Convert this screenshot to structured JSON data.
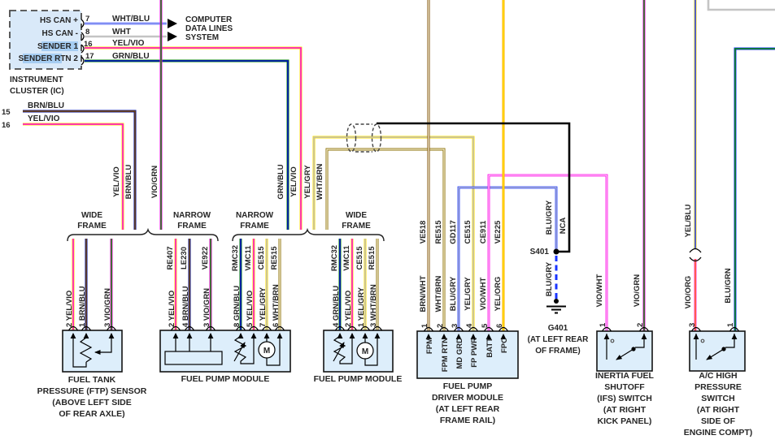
{
  "ic": {
    "rows": [
      "HS CAN +",
      "HS CAN -",
      "SENDER 1",
      "SENDER RTN 2"
    ],
    "pins": [
      "7",
      "8",
      "16",
      "17"
    ],
    "wire_labels": [
      "WHT/BLU",
      "WHT",
      "YEL/VIO",
      "GRN/BLU"
    ],
    "destination": [
      "COMPUTER",
      "DATA LINES",
      "SYSTEM"
    ],
    "name": [
      "INSTRUMENT",
      "CLUSTER (IC)"
    ]
  },
  "left_pins": {
    "numbers": [
      "15",
      "16"
    ],
    "wires": [
      "BRN/BLU",
      "YEL/VIO"
    ]
  },
  "risers_a": [
    "YEL/VIO",
    "BRN/BLU",
    "VIO/GRN"
  ],
  "risers_b": [
    "GRN/BLU",
    "YEL/VIO",
    "YEL/GRY",
    "WHT/BRN"
  ],
  "frames": [
    [
      "WIDE",
      "FRAME"
    ],
    [
      "NARROW",
      "FRAME"
    ],
    [
      "NARROW",
      "FRAME"
    ],
    [
      "WIDE",
      "FRAME"
    ]
  ],
  "ftp": {
    "pins": [
      "2 YEL/VIO",
      "1 BRN/BLU",
      "3 VIO/GRN"
    ],
    "label": [
      "FUEL TANK",
      "PRESSURE (FTP) SENSOR",
      "(ABOVE LEFT SIDE",
      "OF REAR AXLE)"
    ]
  },
  "fpm1": {
    "connectors": [
      "RE407",
      "LE230",
      "VE922",
      "RMC32",
      "VMC11",
      "CE515",
      "RE515"
    ],
    "pins": [
      "2 YEL/VIO",
      "4 BRN/BLU",
      "3 VIO/GRN",
      "8 GRN/BLU",
      "5 YEL/VIO",
      "7 YEL/GRY",
      "6 WHT/BRN"
    ],
    "label": "FUEL PUMP MODULE",
    "motor": "M"
  },
  "fpm2": {
    "connectors": [
      "RMC32",
      "VMC11",
      "CE515",
      "RE515"
    ],
    "pins": [
      "4 GRN/BLU",
      "2 YEL/VIO",
      "1 YEL/GRY",
      "3 WHT/BRN"
    ],
    "label": "FUEL PUMP MODULE",
    "motor": "M"
  },
  "fpdm": {
    "connectors": [
      "VE518",
      "RE515",
      "GD117",
      "CE515",
      "CE911",
      "VE225"
    ],
    "wires": [
      "BRN/WHT",
      "WHT/BRN",
      "BLU/GRY",
      "YEL/GRY",
      "VIO/WHT",
      "YEL/ORG"
    ],
    "pin_numbers": [
      "1",
      "2",
      "3",
      "4",
      "5",
      "6"
    ],
    "pin_names": [
      "FPM",
      "FPM RTN",
      "MD GRD",
      "FP PWR",
      "BATT",
      "FPC"
    ],
    "label": [
      "FUEL PUMP",
      "DRIVER MODULE",
      "(AT LEFT REAR",
      "FRAME RAIL)"
    ]
  },
  "splice": {
    "label": "S401",
    "wire_up": "BLU/GRY",
    "wire_nca": "NCA",
    "wire_down": "BLU/GRY",
    "ground": "G401",
    "ground_note": [
      "(AT LEFT REAR",
      "OF FRAME)"
    ]
  },
  "ifs": {
    "wires": [
      "VIO/WHT",
      "VIO/GRN"
    ],
    "pins": [
      "1",
      "2"
    ],
    "label": [
      "INERTIA FUEL",
      "SHUTOFF",
      "(IFS) SWITCH",
      "(AT RIGHT",
      "KICK PANEL)"
    ]
  },
  "ac": {
    "wire_top": "YEL/BLU",
    "wires": [
      "VIO/ORG",
      "BLU/GRN"
    ],
    "pins": [
      "3",
      "1"
    ],
    "label": [
      "A/C HIGH",
      "PRESSURE",
      "SWITCH",
      "(AT RIGHT",
      "SIDE OF",
      "ENGINE COMPT)"
    ]
  },
  "colors": {
    "yellow": "#ffe100",
    "violet": "#ff00e6",
    "green": "#078a00",
    "navy": "#000f9e",
    "blue": "#1a35ff",
    "brown": "#7a4a00",
    "olive": "#8a6d00",
    "orange": "#ffab00",
    "gray": "#c4c4c4",
    "black": "#000000",
    "box_fill": "#ddeefb",
    "ic_fill": "#d9e9f9",
    "highlight": "#a6cdf2"
  }
}
